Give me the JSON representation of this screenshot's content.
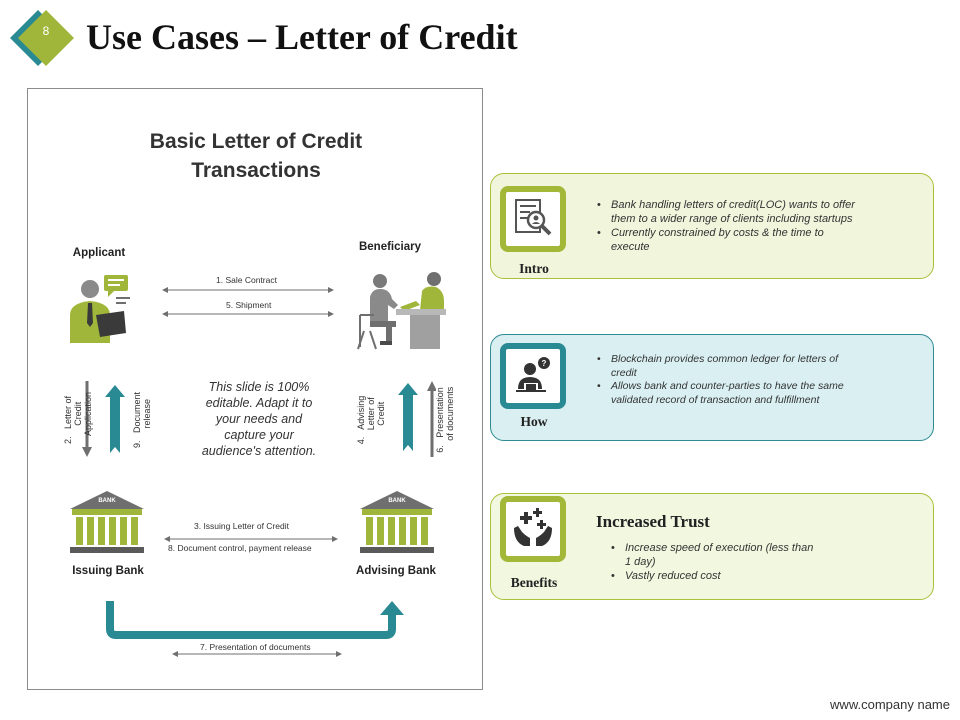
{
  "slide_number": "8",
  "title": "Use Cases – Letter of Credit",
  "diagram": {
    "title": "Basic Letter of Credit\nTransactions",
    "parties": {
      "applicant": "Applicant",
      "beneficiary": "Beneficiary",
      "issuing_bank": "Issuing Bank",
      "advising_bank": "Advising Bank"
    },
    "bank_sign": "BANK",
    "steps": {
      "s1": "1.   Sale Contract",
      "s5": "5.    Shipment",
      "s2": "2.   Letter of\n     Credit\n     Application",
      "s9": "9.   Document\n     release",
      "s4": "4.   Advising\n     Letter of\n     Credit",
      "s6": "6.   Presentation\n     of documents",
      "s3": "3.    Issuing Letter of  Credit",
      "s8": "8.    Document control, payment release",
      "s7": "7.    Presentation of documents"
    },
    "note": "This slide is 100% editable. Adapt it to your needs and capture your audience's attention."
  },
  "cards": {
    "intro": {
      "label": "Intro",
      "icon": "document-search-icon",
      "bullets": [
        "Bank handling letters of credit(LOC) wants to offer them to a wider range of clients including startups",
        "Currently constrained by costs & the time to execute"
      ]
    },
    "how": {
      "label": "How",
      "icon": "person-question-icon",
      "bullets": [
        "Blockchain provides common ledger for letters of credit",
        "Allows bank and counter-parties to have the same validated record of transaction and fulfillment"
      ]
    },
    "benefits": {
      "label": "Benefits",
      "icon": "hands-health-icon",
      "heading": "Increased Trust",
      "bullets": [
        "Increase speed of execution (less than 1 day)",
        "Vastly reduced cost"
      ]
    }
  },
  "colors": {
    "green": "#9fb63a",
    "teal": "#2a8a93",
    "dark_teal": "#1f6e74",
    "gray": "#6f6f6f"
  },
  "footer": "www.company name"
}
